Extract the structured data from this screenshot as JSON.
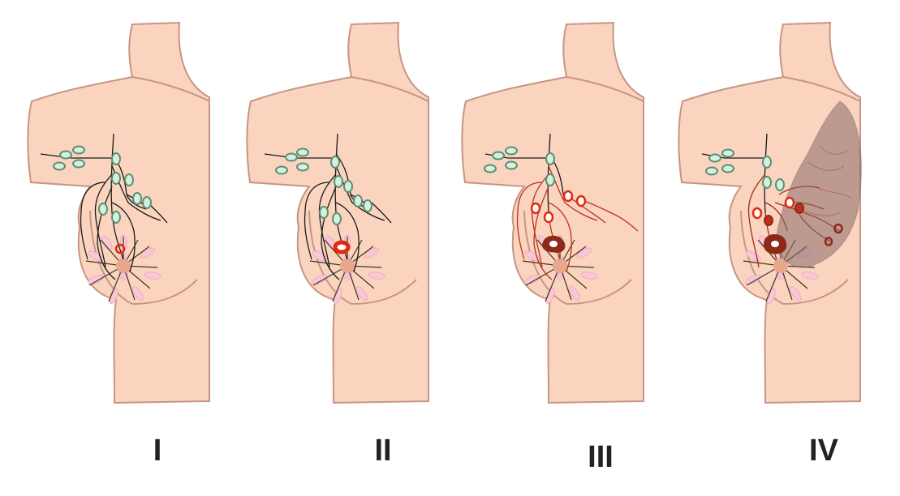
{
  "stages": [
    {
      "label": "I"
    },
    {
      "label": "II"
    },
    {
      "label": "III"
    },
    {
      "label": "IV"
    }
  ],
  "colors": {
    "skin": "#fbd4bf",
    "outline": "#c79583",
    "areola": "#e9a88e",
    "lymph_node_fill": "#d6f0e0",
    "lymph_node_stroke": "#5a9070",
    "duct_petal": "#f6b7cc",
    "lymph_vessel": "#1a1a1a",
    "tumor": "#e2290f",
    "tumor_dark": "#a62a10",
    "metastasis": "#8c2a1a",
    "label_text": "#222222"
  }
}
